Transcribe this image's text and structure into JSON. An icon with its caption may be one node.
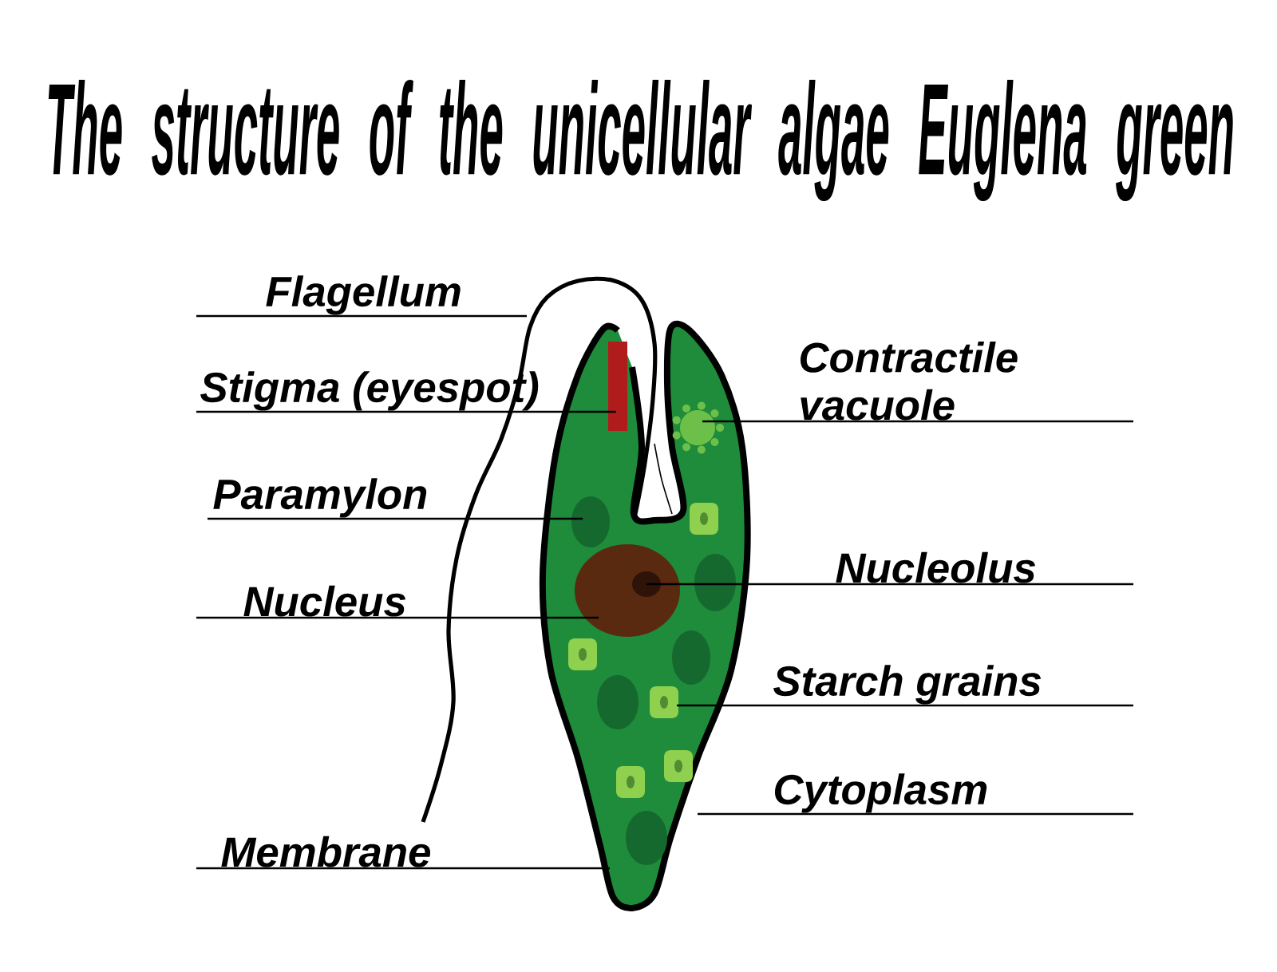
{
  "diagram": {
    "title": "The structure of the unicellular algae Euglena green",
    "nodes": [
      {
        "text": [
          "Flagellum"
        ]
      },
      {
        "text": [
          "Contractile vacuole"
        ]
      },
      {
        "text": [
          "Stigma (eyespot)"
        ]
      },
      {
        "text": [
          "Paramylon"
        ]
      },
      {
        "text": [
          "Nucleolus"
        ]
      },
      {
        "text": [
          "Nucleus"
        ]
      },
      {
        "text": [
          "Starch grains"
        ]
      },
      {
        "text": [
          "Cytoplasm"
        ]
      },
      {
        "text": [
          "Membrane"
        ]
      }
    ],
    "edges": [
      {
        "from": 0,
        "to": null,
        "arrow": "none"
      },
      {
        "from": 1,
        "to": null,
        "arrow": "none"
      },
      {
        "from": 2,
        "to": null,
        "arrow": "none"
      },
      {
        "from": 3,
        "to": null,
        "arrow": "none"
      },
      {
        "from": 4,
        "to": null,
        "arrow": "none"
      },
      {
        "from": 5,
        "to": null,
        "arrow": "none"
      },
      {
        "from": 6,
        "to": null,
        "arrow": "none"
      },
      {
        "from": 7,
        "to": null,
        "arrow": "none"
      },
      {
        "from": 8,
        "to": null,
        "arrow": "none"
      }
    ]
  }
}
